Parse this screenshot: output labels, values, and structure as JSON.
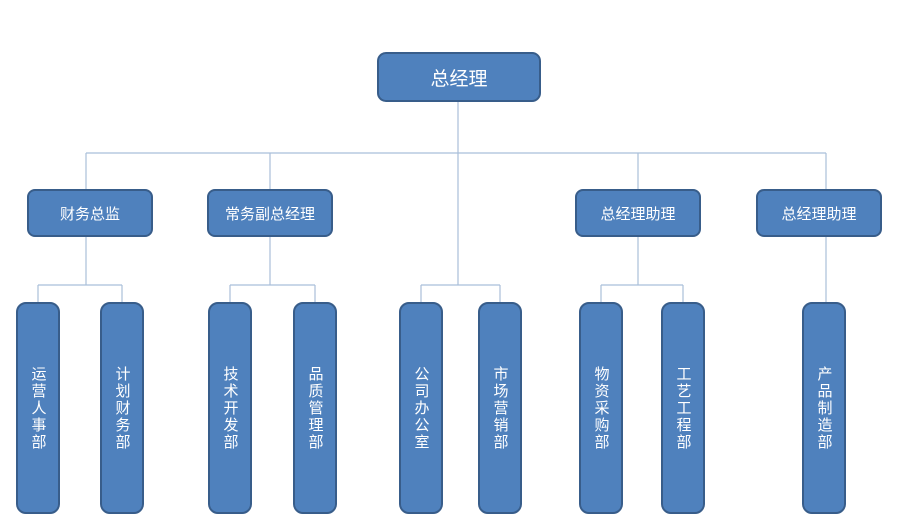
{
  "top": {
    "label": "总经理"
  },
  "second_level": [
    {
      "label": "财务总监"
    },
    {
      "label": "常务副总经理"
    },
    {
      "label": "总经理助理"
    },
    {
      "label": "总经理助理"
    }
  ],
  "departments": [
    {
      "label": "运营人事部"
    },
    {
      "label": "计划财务部"
    },
    {
      "label": "技术开发部"
    },
    {
      "label": "品质管理部"
    },
    {
      "label": "公司办公室"
    },
    {
      "label": "市场营销部"
    },
    {
      "label": "物资采购部"
    },
    {
      "label": "工艺工程部"
    },
    {
      "label": "产品制造部"
    }
  ],
  "colors": {
    "box_fill": "#4f81bd",
    "box_border": "#385d8a",
    "connector": "#a9bfd9",
    "text": "#ffffff"
  }
}
